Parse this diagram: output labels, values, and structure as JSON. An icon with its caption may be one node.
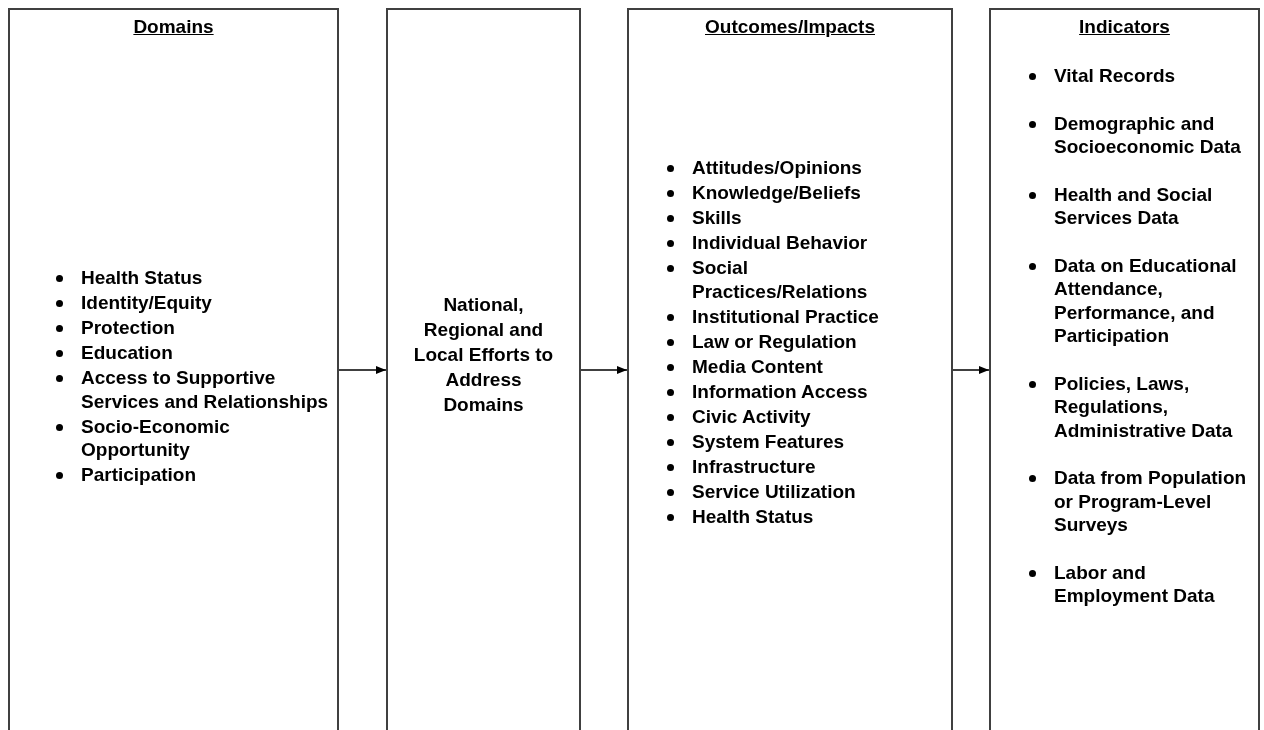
{
  "diagram": {
    "nodes": [
      {
        "text": [
          "Domains",
          "Health Status",
          "Identity/Equity",
          "Protection",
          "Education",
          "Access to Supportive Services and Relationships",
          "Socio-Economic Opportunity",
          "Participation"
        ]
      },
      {
        "text": [
          "National, Regional and Local Efforts to Address Domains"
        ]
      },
      {
        "text": [
          "Outcomes/Impacts",
          "Attitudes/Opinions",
          "Knowledge/Beliefs",
          "Skills",
          "Individual Behavior",
          "Social Practices/Relations",
          "Institutional Practice",
          "Law or Regulation",
          "Media Content",
          "Information Access",
          "Civic Activity",
          "System Features",
          "Infrastructure",
          "Service Utilization",
          "Health Status"
        ]
      },
      {
        "text": [
          "Indicators",
          "Vital Records",
          "Demographic and Socioeconomic Data",
          "Health and Social Services Data",
          "Data on Educational Attendance, Performance, and Participation",
          "Policies, Laws, Regulations, Administrative Data",
          "Data from Population or Program-Level Surveys",
          "Labor and Employment Data"
        ]
      }
    ],
    "edges": [
      {
        "from": 0,
        "to": 1,
        "arrow": "to"
      },
      {
        "from": 1,
        "to": 2,
        "arrow": "to"
      },
      {
        "from": 2,
        "to": 3,
        "arrow": "to"
      }
    ]
  }
}
